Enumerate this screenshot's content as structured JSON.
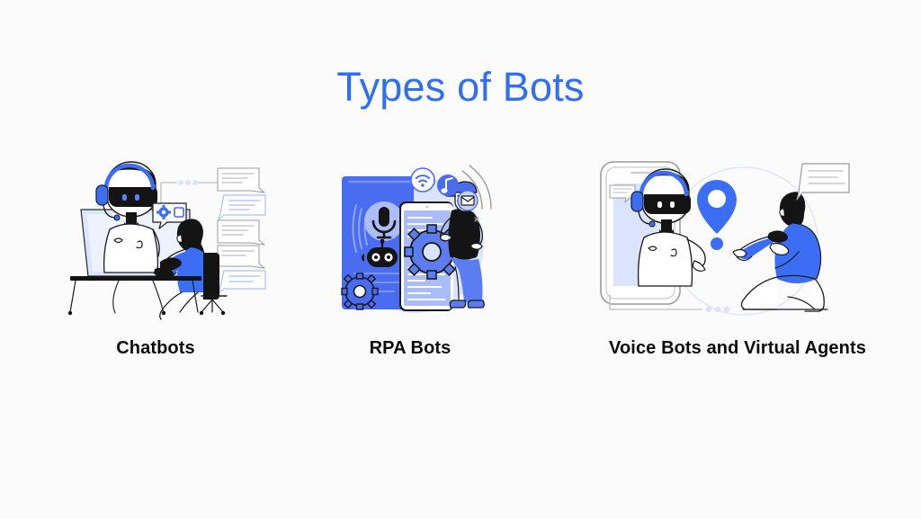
{
  "page": {
    "title": "Types of Bots",
    "background_color": "#fbfbfc",
    "title_color": "#2f6ff2",
    "label_color": "#0c0c0c"
  },
  "palette": {
    "brand_blue": "#3b6ef4",
    "deep_blue": "#4a6cf0",
    "light_blue": "#a9bdf7",
    "pale_blue": "#dbe4fd",
    "very_pale_blue": "#edf1fe",
    "ink": "#1a1a1a",
    "line_gray": "#9b9b9b",
    "soft_gray": "#c9c9c9"
  },
  "cards": [
    {
      "id": "chatbots",
      "label": "Chatbots",
      "illustration": "chatbot-agent-desk-illustration",
      "elements": [
        "laptop-screen",
        "robot-with-headphones",
        "seated-person-with-tablet",
        "desk",
        "office-chair",
        "gear-speech-bubble",
        "chat-bubble-stack",
        "dotted-connector-line"
      ]
    },
    {
      "id": "rpa-bots",
      "label": "RPA Bots",
      "illustration": "rpa-automation-illustration",
      "elements": [
        "blue-panel",
        "microphone-icon",
        "bot-face-icon",
        "wifi-icon",
        "music-note-icon",
        "mail-icon",
        "tablet-with-text-lines",
        "standing-person-holding-gear",
        "large-gear",
        "small-gear",
        "sound-waves"
      ]
    },
    {
      "id": "voice-bots",
      "label": "Voice Bots and Virtual Agents",
      "illustration": "voice-bot-virtual-agent-illustration",
      "elements": [
        "smartphone-frame",
        "robot-with-headphones",
        "location-pin",
        "kneeling-person-pointing",
        "chat-bubble-small",
        "chat-bubble-large",
        "circle-outline",
        "dotted-connector-line"
      ]
    }
  ]
}
